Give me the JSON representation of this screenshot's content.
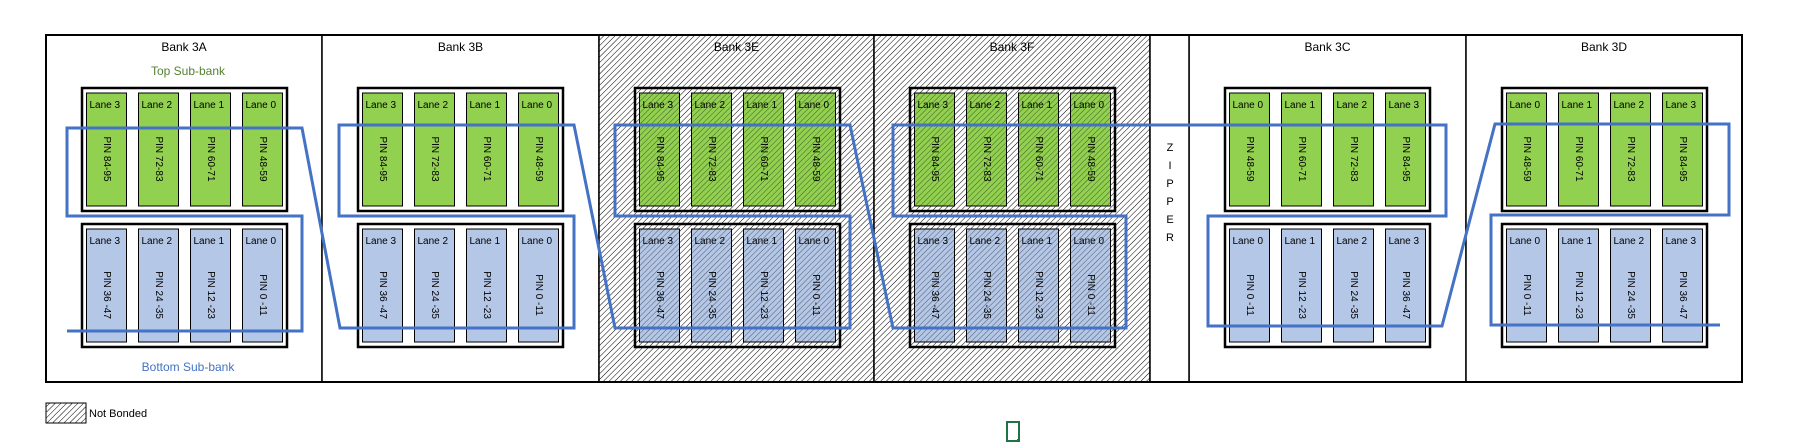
{
  "colors": {
    "top_lane_fill": "#92D050",
    "bottom_lane_fill": "#B4C7E7",
    "route_line": "#4472C4",
    "top_label": "#548235",
    "bottom_label": "#4472C4",
    "status_icon": "#217346"
  },
  "labels": {
    "top_subbank": "Top Sub-bank",
    "bottom_subbank": "Bottom Sub-bank"
  },
  "zipper": {
    "letters": [
      "Z",
      "I",
      "P",
      "P",
      "E",
      "R"
    ]
  },
  "legend": {
    "label": "Not Bonded",
    "pattern": "diagonal-hatch"
  },
  "banks": [
    {
      "name": "Bank 3A",
      "hatched": false,
      "top": [
        {
          "lane": "Lane 3",
          "pin": "PIN 84-95"
        },
        {
          "lane": "Lane 2",
          "pin": "PIN 72-83"
        },
        {
          "lane": "Lane 1",
          "pin": "PIN 60-71"
        },
        {
          "lane": "Lane 0",
          "pin": "PIN 48-59"
        }
      ],
      "bottom": [
        {
          "lane": "Lane 3",
          "pin": "PIN 36 -47"
        },
        {
          "lane": "Lane 2",
          "pin": "PIN 24 -35"
        },
        {
          "lane": "Lane 1",
          "pin": "PIN 12 -23"
        },
        {
          "lane": "Lane 0",
          "pin": "PIN 0 -11"
        }
      ]
    },
    {
      "name": "Bank 3B",
      "hatched": false,
      "top": [
        {
          "lane": "Lane 3",
          "pin": "PIN 84-95"
        },
        {
          "lane": "Lane 2",
          "pin": "PIN 72-83"
        },
        {
          "lane": "Lane 1",
          "pin": "PIN 60-71"
        },
        {
          "lane": "Lane 0",
          "pin": "PIN 48-59"
        }
      ],
      "bottom": [
        {
          "lane": "Lane 3",
          "pin": "PIN 36 -47"
        },
        {
          "lane": "Lane 2",
          "pin": "PIN 24 -35"
        },
        {
          "lane": "Lane 1",
          "pin": "PIN 12 -23"
        },
        {
          "lane": "Lane 0",
          "pin": "PIN 0 -11"
        }
      ]
    },
    {
      "name": "Bank 3E",
      "hatched": true,
      "top": [
        {
          "lane": "Lane 3",
          "pin": "PIN 84-95"
        },
        {
          "lane": "Lane 2",
          "pin": "PIN 72-83"
        },
        {
          "lane": "Lane 1",
          "pin": "PIN 60-71"
        },
        {
          "lane": "Lane 0",
          "pin": "PIN 48-59"
        }
      ],
      "bottom": [
        {
          "lane": "Lane 3",
          "pin": "PIN 36 -47"
        },
        {
          "lane": "Lane 2",
          "pin": "PIN 24 -35"
        },
        {
          "lane": "Lane 1",
          "pin": "PIN 12 -23"
        },
        {
          "lane": "Lane 0",
          "pin": "PIN 0 -11"
        }
      ]
    },
    {
      "name": "Bank 3F",
      "hatched": true,
      "top": [
        {
          "lane": "Lane 3",
          "pin": "PIN 84-95"
        },
        {
          "lane": "Lane 2",
          "pin": "PIN 72-83"
        },
        {
          "lane": "Lane 1",
          "pin": "PIN 60-71"
        },
        {
          "lane": "Lane 0",
          "pin": "PIN 48-59"
        }
      ],
      "bottom": [
        {
          "lane": "Lane 3",
          "pin": "PIN 36 -47"
        },
        {
          "lane": "Lane 2",
          "pin": "PIN 24 -35"
        },
        {
          "lane": "Lane 1",
          "pin": "PIN 12 -23"
        },
        {
          "lane": "Lane 0",
          "pin": "PIN 0 -11"
        }
      ]
    },
    {
      "name": "Bank 3C",
      "hatched": false,
      "top": [
        {
          "lane": "Lane 0",
          "pin": "PIN 48-59"
        },
        {
          "lane": "Lane 1",
          "pin": "PIN 60-71"
        },
        {
          "lane": "Lane 2",
          "pin": "PIN 72-83"
        },
        {
          "lane": "Lane 3",
          "pin": "PIN 84-95"
        }
      ],
      "bottom": [
        {
          "lane": "Lane 0",
          "pin": "PIN 0 -11"
        },
        {
          "lane": "Lane 1",
          "pin": "PIN 12 -23"
        },
        {
          "lane": "Lane 2",
          "pin": "PIN 24 -35"
        },
        {
          "lane": "Lane 3",
          "pin": "PIN 36 -47"
        }
      ]
    },
    {
      "name": "Bank 3D",
      "hatched": false,
      "top": [
        {
          "lane": "Lane 0",
          "pin": "PIN 48-59"
        },
        {
          "lane": "Lane 1",
          "pin": "PIN 60-71"
        },
        {
          "lane": "Lane 2",
          "pin": "PIN 72-83"
        },
        {
          "lane": "Lane 3",
          "pin": "PIN 84-95"
        }
      ],
      "bottom": [
        {
          "lane": "Lane 0",
          "pin": "PIN 0 -11"
        },
        {
          "lane": "Lane 1",
          "pin": "PIN 12 -23"
        },
        {
          "lane": "Lane 2",
          "pin": "PIN 24 -35"
        },
        {
          "lane": "Lane 3",
          "pin": "PIN 36 -47"
        }
      ]
    }
  ]
}
